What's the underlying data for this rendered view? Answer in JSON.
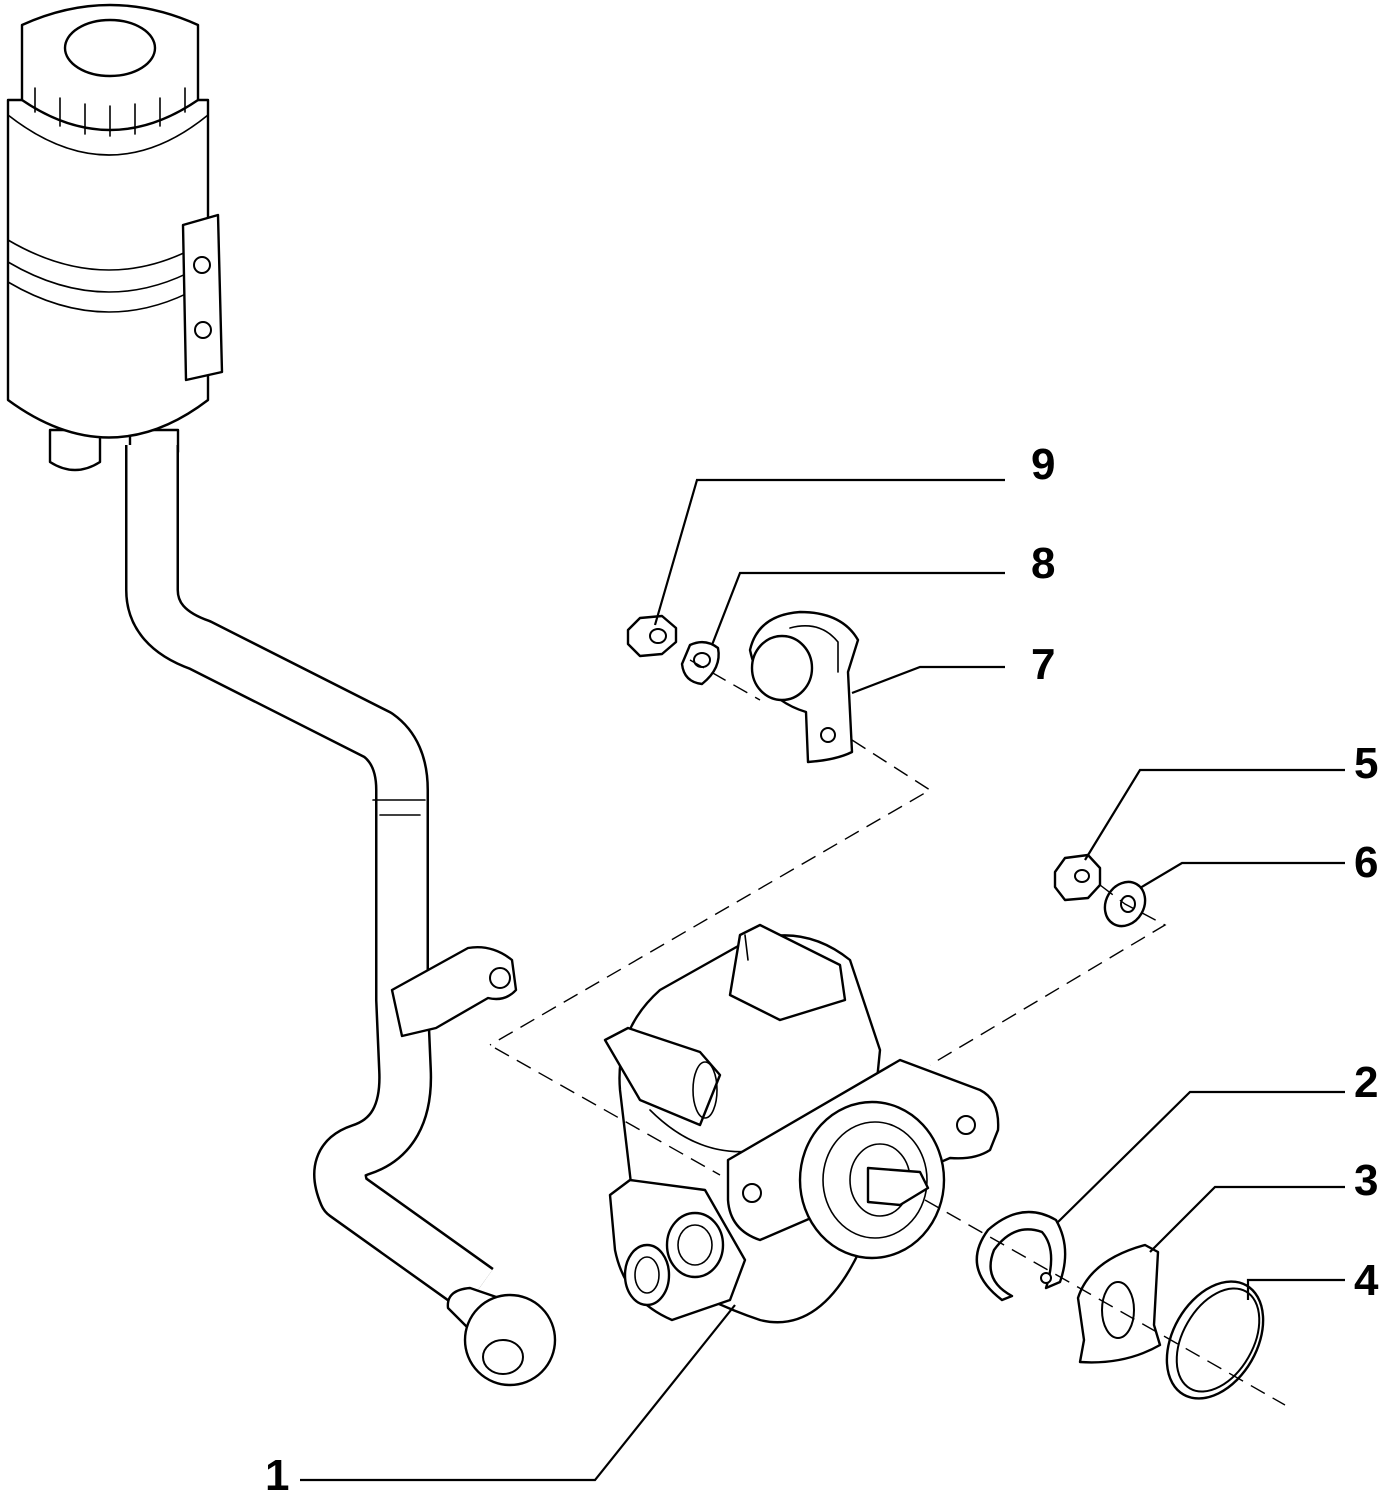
{
  "callouts": {
    "c1": "1",
    "c2": "2",
    "c3": "3",
    "c4": "4",
    "c5": "5",
    "c6": "6",
    "c7": "7",
    "c8": "8",
    "c9": "9"
  },
  "colors": {
    "ink": "#000000",
    "paper": "#ffffff"
  }
}
